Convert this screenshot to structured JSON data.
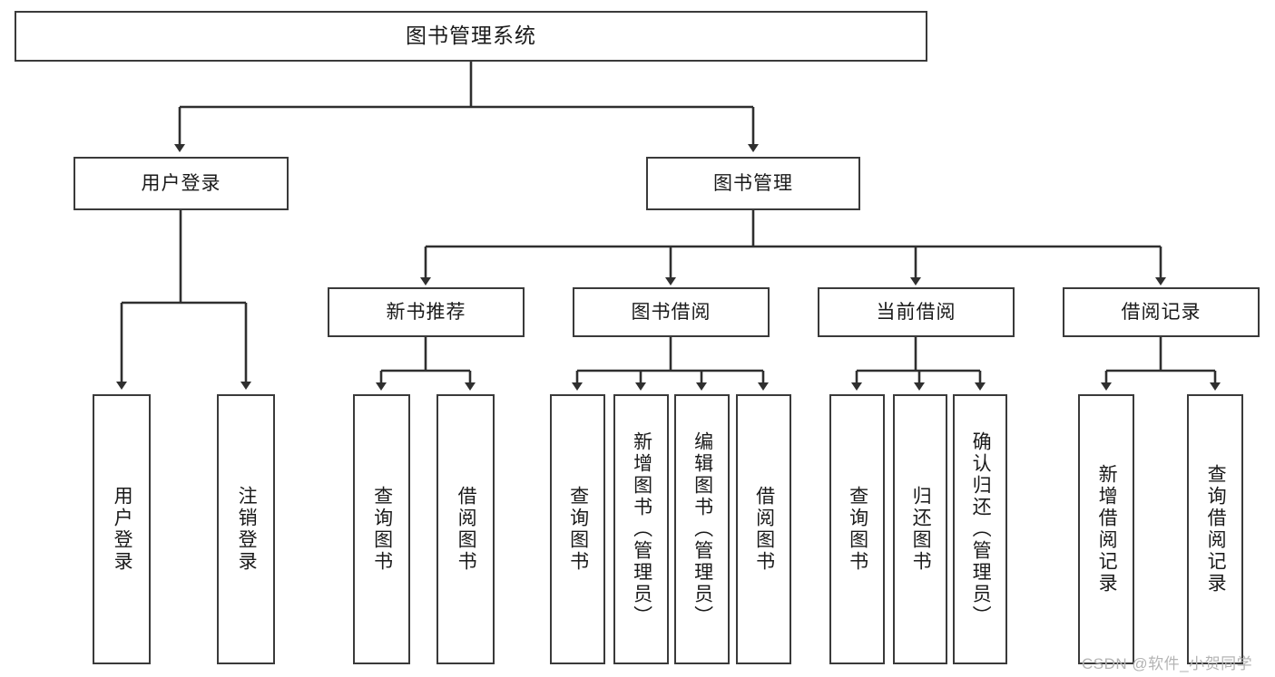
{
  "diagram": {
    "type": "tree-hierarchy-chart",
    "title": "图书管理系统",
    "style": {
      "box_border_color": "#3a3a3a",
      "box_fill": "#ffffff",
      "connector_color": "#2f2f2f",
      "text_color": "#1a1a1a",
      "background": "#ffffff"
    },
    "levels": {
      "level1": [
        "图书管理系统"
      ],
      "level2": [
        "用户登录",
        "图书管理"
      ],
      "level3": [
        "新书推荐",
        "图书借阅",
        "当前借阅",
        "借阅记录"
      ],
      "level4": [
        "用户登录",
        "注销登录",
        "查询图书",
        "借阅图书",
        "查询图书",
        "新增图书（管理员）",
        "编辑图书（管理员）",
        "借阅图书",
        "查询图书",
        "归还图书",
        "确认归还（管理员）",
        "新增借阅记录",
        "查询借阅记录"
      ]
    },
    "nodes": {
      "root": {
        "id": "root",
        "label": "图书管理系统"
      },
      "user_login": {
        "id": "user-login",
        "label": "用户登录"
      },
      "book_manage": {
        "id": "book-manage",
        "label": "图书管理"
      },
      "new_book_rec": {
        "id": "new-book-recommend",
        "label": "新书推荐"
      },
      "book_borrow": {
        "id": "book-borrow",
        "label": "图书借阅"
      },
      "current_borrow": {
        "id": "current-borrow",
        "label": "当前借阅"
      },
      "borrow_record": {
        "id": "borrow-record",
        "label": "借阅记录"
      },
      "leaf_user_login": {
        "id": "leaf-user-login",
        "label": "用户登录"
      },
      "leaf_logout": {
        "id": "leaf-logout",
        "label": "注销登录"
      },
      "leaf_query_book_1": {
        "id": "leaf-query-book-1",
        "label": "查询图书"
      },
      "leaf_borrow_book_1": {
        "id": "leaf-borrow-book-1",
        "label": "借阅图书"
      },
      "leaf_query_book_2": {
        "id": "leaf-query-book-2",
        "label": "查询图书"
      },
      "leaf_add_book": {
        "id": "leaf-add-book",
        "label": "新增图书（管理员）"
      },
      "leaf_edit_book": {
        "id": "leaf-edit-book",
        "label": "编辑图书（管理员）"
      },
      "leaf_borrow_book_2": {
        "id": "leaf-borrow-book-2",
        "label": "借阅图书"
      },
      "leaf_query_book_3": {
        "id": "leaf-query-book-3",
        "label": "查询图书"
      },
      "leaf_return_book": {
        "id": "leaf-return-book",
        "label": "归还图书"
      },
      "leaf_confirm_return": {
        "id": "leaf-confirm-return",
        "label": "确认归还（管理员）"
      },
      "leaf_add_record": {
        "id": "leaf-add-record",
        "label": "新增借阅记录"
      },
      "leaf_query_record": {
        "id": "leaf-query-record",
        "label": "查询借阅记录"
      }
    },
    "edges": [
      {
        "from": "图书管理系统",
        "to": "用户登录"
      },
      {
        "from": "图书管理系统",
        "to": "图书管理"
      },
      {
        "from": "用户登录",
        "to": "用户登录"
      },
      {
        "from": "用户登录",
        "to": "注销登录"
      },
      {
        "from": "图书管理",
        "to": "新书推荐"
      },
      {
        "from": "图书管理",
        "to": "图书借阅"
      },
      {
        "from": "图书管理",
        "to": "当前借阅"
      },
      {
        "from": "图书管理",
        "to": "借阅记录"
      },
      {
        "from": "新书推荐",
        "to": "查询图书"
      },
      {
        "from": "新书推荐",
        "to": "借阅图书"
      },
      {
        "from": "图书借阅",
        "to": "查询图书"
      },
      {
        "from": "图书借阅",
        "to": "新增图书（管理员）"
      },
      {
        "from": "图书借阅",
        "to": "编辑图书（管理员）"
      },
      {
        "from": "图书借阅",
        "to": "借阅图书"
      },
      {
        "from": "当前借阅",
        "to": "查询图书"
      },
      {
        "from": "当前借阅",
        "to": "归还图书"
      },
      {
        "from": "当前借阅",
        "to": "确认归还（管理员）"
      },
      {
        "from": "借阅记录",
        "to": "新增借阅记录"
      },
      {
        "from": "借阅记录",
        "to": "查询借阅记录"
      }
    ]
  },
  "watermark": {
    "text": "CSDN @软件_小贺同学"
  }
}
